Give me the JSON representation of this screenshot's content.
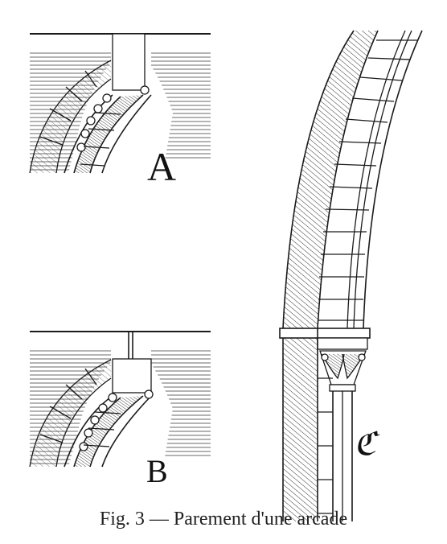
{
  "labels": {
    "a": "A",
    "b": "B",
    "c": "ℭ"
  },
  "caption": "Fig. 3 — Parement d'une arcade",
  "colors": {
    "ink": "#1a1a1a",
    "paper": "#ffffff",
    "hatch": "#333333"
  }
}
